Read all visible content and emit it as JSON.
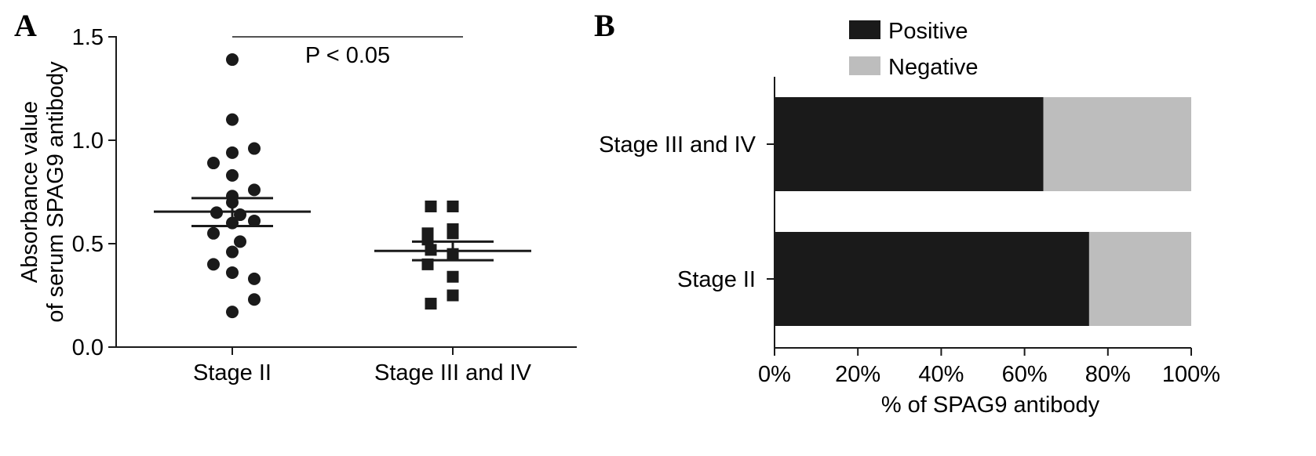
{
  "colors": {
    "positive": "#1a1a1a",
    "negative": "#bdbdbd",
    "axis": "#1a1a1a"
  },
  "chart_data": [
    {
      "panel": "A",
      "type": "scatter",
      "ylabel_line1": "Absorbance value",
      "ylabel_line2": "of serum SPAG9 antibody",
      "ylim": [
        0.0,
        1.5
      ],
      "yticks": [
        "0.0",
        "0.5",
        "1.0",
        "1.5"
      ],
      "categories": [
        "Stage II",
        "Stage III and IV"
      ],
      "annotation": "P < 0.05",
      "series": [
        {
          "marker": "circle",
          "values": [
            1.39,
            1.1,
            0.96,
            0.94,
            0.89,
            0.83,
            0.76,
            0.73,
            0.7,
            0.65,
            0.64,
            0.61,
            0.6,
            0.55,
            0.51,
            0.46,
            0.4,
            0.36,
            0.33,
            0.23,
            0.17
          ],
          "mean": 0.655,
          "sem_low": 0.585,
          "sem_high": 0.72
        },
        {
          "marker": "square",
          "values": [
            0.68,
            0.68,
            0.57,
            0.55,
            0.55,
            0.52,
            0.47,
            0.45,
            0.4,
            0.34,
            0.25,
            0.21
          ],
          "mean": 0.465,
          "sem_low": 0.42,
          "sem_high": 0.51
        }
      ]
    },
    {
      "panel": "B",
      "type": "bar",
      "orientation": "horizontal",
      "stacked": true,
      "xlabel": "% of SPAG9 antibody",
      "xticks": [
        "0%",
        "20%",
        "40%",
        "60%",
        "80%",
        "100%"
      ],
      "xlim": [
        0,
        100
      ],
      "categories": [
        "Stage III and IV",
        "Stage II"
      ],
      "series": [
        {
          "name": "Positive",
          "values": [
            64.5,
            75.5
          ]
        },
        {
          "name": "Negative",
          "values": [
            35.5,
            24.5
          ]
        }
      ],
      "legend_position": "top"
    }
  ]
}
